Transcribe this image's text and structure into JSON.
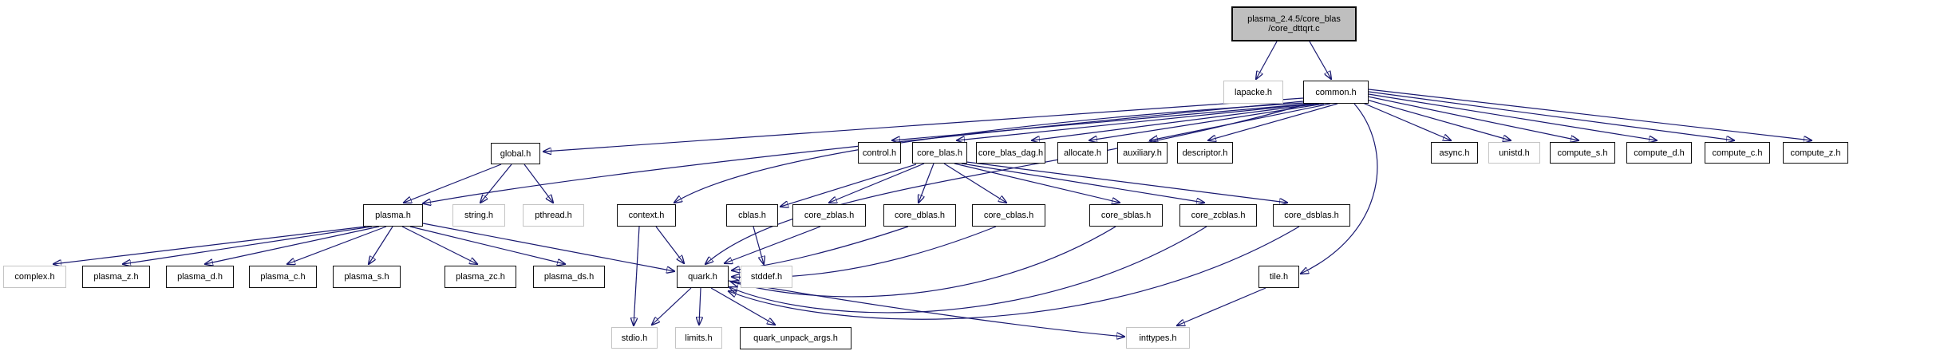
{
  "diagram": {
    "kind": "include-dependency-graph",
    "colors": {
      "edge": "#191970",
      "internal_border": "#101010",
      "external_border": "#c4c4c4",
      "root_fill": "#bfbfbf",
      "background": "#ffffff"
    }
  },
  "nodes": {
    "root": {
      "line1": "plasma_2.4.5/core_blas",
      "line2": "/core_dttqrt.c"
    },
    "lapacke_h": {
      "label": "lapacke.h"
    },
    "common_h": {
      "label": "common.h"
    },
    "global_h": {
      "label": "global.h"
    },
    "control_h": {
      "label": "control.h"
    },
    "core_blas_h": {
      "label": "core_blas.h"
    },
    "core_blas_dag_h": {
      "label": "core_blas_dag.h"
    },
    "allocate_h": {
      "label": "allocate.h"
    },
    "auxiliary_h": {
      "label": "auxiliary.h"
    },
    "descriptor_h": {
      "label": "descriptor.h"
    },
    "async_h": {
      "label": "async.h"
    },
    "unistd_h": {
      "label": "unistd.h"
    },
    "compute_s_h": {
      "label": "compute_s.h"
    },
    "compute_d_h": {
      "label": "compute_d.h"
    },
    "compute_c_h": {
      "label": "compute_c.h"
    },
    "compute_z_h": {
      "label": "compute_z.h"
    },
    "plasma_h": {
      "label": "plasma.h"
    },
    "string_h": {
      "label": "string.h"
    },
    "pthread_h": {
      "label": "pthread.h"
    },
    "context_h": {
      "label": "context.h"
    },
    "cblas_h": {
      "label": "cblas.h"
    },
    "core_zblas_h": {
      "label": "core_zblas.h"
    },
    "core_dblas_h": {
      "label": "core_dblas.h"
    },
    "core_cblas_h": {
      "label": "core_cblas.h"
    },
    "core_sblas_h": {
      "label": "core_sblas.h"
    },
    "core_zcblas_h": {
      "label": "core_zcblas.h"
    },
    "core_dsblas_h": {
      "label": "core_dsblas.h"
    },
    "complex_h": {
      "label": "complex.h"
    },
    "plasma_z_h": {
      "label": "plasma_z.h"
    },
    "plasma_d_h": {
      "label": "plasma_d.h"
    },
    "plasma_c_h": {
      "label": "plasma_c.h"
    },
    "plasma_s_h": {
      "label": "plasma_s.h"
    },
    "plasma_zc_h": {
      "label": "plasma_zc.h"
    },
    "plasma_ds_h": {
      "label": "plasma_ds.h"
    },
    "quark_h": {
      "label": "quark.h"
    },
    "stddef_h": {
      "label": "stddef.h"
    },
    "tile_h": {
      "label": "tile.h"
    },
    "stdio_h": {
      "label": "stdio.h"
    },
    "limits_h": {
      "label": "limits.h"
    },
    "quark_unpack_args_h": {
      "label": "quark_unpack_args.h"
    },
    "inttypes_h": {
      "label": "inttypes.h"
    }
  },
  "edges": [
    {
      "from": "plasma_2.4.5/core_blas/core_dttqrt.c",
      "to": "lapacke.h"
    },
    {
      "from": "plasma_2.4.5/core_blas/core_dttqrt.c",
      "to": "common.h"
    },
    {
      "from": "common.h",
      "to": "global.h"
    },
    {
      "from": "common.h",
      "to": "plasma.h"
    },
    {
      "from": "common.h",
      "to": "context.h"
    },
    {
      "from": "common.h",
      "to": "quark.h"
    },
    {
      "from": "common.h",
      "to": "control.h"
    },
    {
      "from": "common.h",
      "to": "core_blas.h"
    },
    {
      "from": "common.h",
      "to": "core_blas_dag.h"
    },
    {
      "from": "common.h",
      "to": "allocate.h"
    },
    {
      "from": "common.h",
      "to": "auxiliary.h"
    },
    {
      "from": "common.h",
      "to": "descriptor.h"
    },
    {
      "from": "common.h",
      "to": "tile.h"
    },
    {
      "from": "common.h",
      "to": "async.h"
    },
    {
      "from": "common.h",
      "to": "unistd.h"
    },
    {
      "from": "common.h",
      "to": "compute_s.h"
    },
    {
      "from": "common.h",
      "to": "compute_d.h"
    },
    {
      "from": "common.h",
      "to": "compute_c.h"
    },
    {
      "from": "common.h",
      "to": "compute_z.h"
    },
    {
      "from": "global.h",
      "to": "plasma.h"
    },
    {
      "from": "global.h",
      "to": "string.h"
    },
    {
      "from": "global.h",
      "to": "pthread.h"
    },
    {
      "from": "plasma.h",
      "to": "complex.h"
    },
    {
      "from": "plasma.h",
      "to": "plasma_z.h"
    },
    {
      "from": "plasma.h",
      "to": "plasma_d.h"
    },
    {
      "from": "plasma.h",
      "to": "plasma_c.h"
    },
    {
      "from": "plasma.h",
      "to": "plasma_s.h"
    },
    {
      "from": "plasma.h",
      "to": "plasma_zc.h"
    },
    {
      "from": "plasma.h",
      "to": "plasma_ds.h"
    },
    {
      "from": "plasma.h",
      "to": "quark.h"
    },
    {
      "from": "context.h",
      "to": "quark.h"
    },
    {
      "from": "context.h",
      "to": "stdio.h"
    },
    {
      "from": "core_blas.h",
      "to": "cblas.h"
    },
    {
      "from": "core_blas.h",
      "to": "core_zblas.h"
    },
    {
      "from": "core_blas.h",
      "to": "core_dblas.h"
    },
    {
      "from": "core_blas.h",
      "to": "core_cblas.h"
    },
    {
      "from": "core_blas.h",
      "to": "core_sblas.h"
    },
    {
      "from": "core_blas.h",
      "to": "core_zcblas.h"
    },
    {
      "from": "core_blas.h",
      "to": "core_dsblas.h"
    },
    {
      "from": "cblas.h",
      "to": "stddef.h"
    },
    {
      "from": "core_zblas.h",
      "to": "quark.h"
    },
    {
      "from": "core_dblas.h",
      "to": "quark.h"
    },
    {
      "from": "core_cblas.h",
      "to": "quark.h"
    },
    {
      "from": "core_sblas.h",
      "to": "quark.h"
    },
    {
      "from": "core_zcblas.h",
      "to": "quark.h"
    },
    {
      "from": "core_dsblas.h",
      "to": "quark.h"
    },
    {
      "from": "quark.h",
      "to": "stdio.h"
    },
    {
      "from": "quark.h",
      "to": "limits.h"
    },
    {
      "from": "quark.h",
      "to": "quark_unpack_args.h"
    },
    {
      "from": "quark.h",
      "to": "inttypes.h"
    },
    {
      "from": "tile.h",
      "to": "inttypes.h"
    }
  ]
}
